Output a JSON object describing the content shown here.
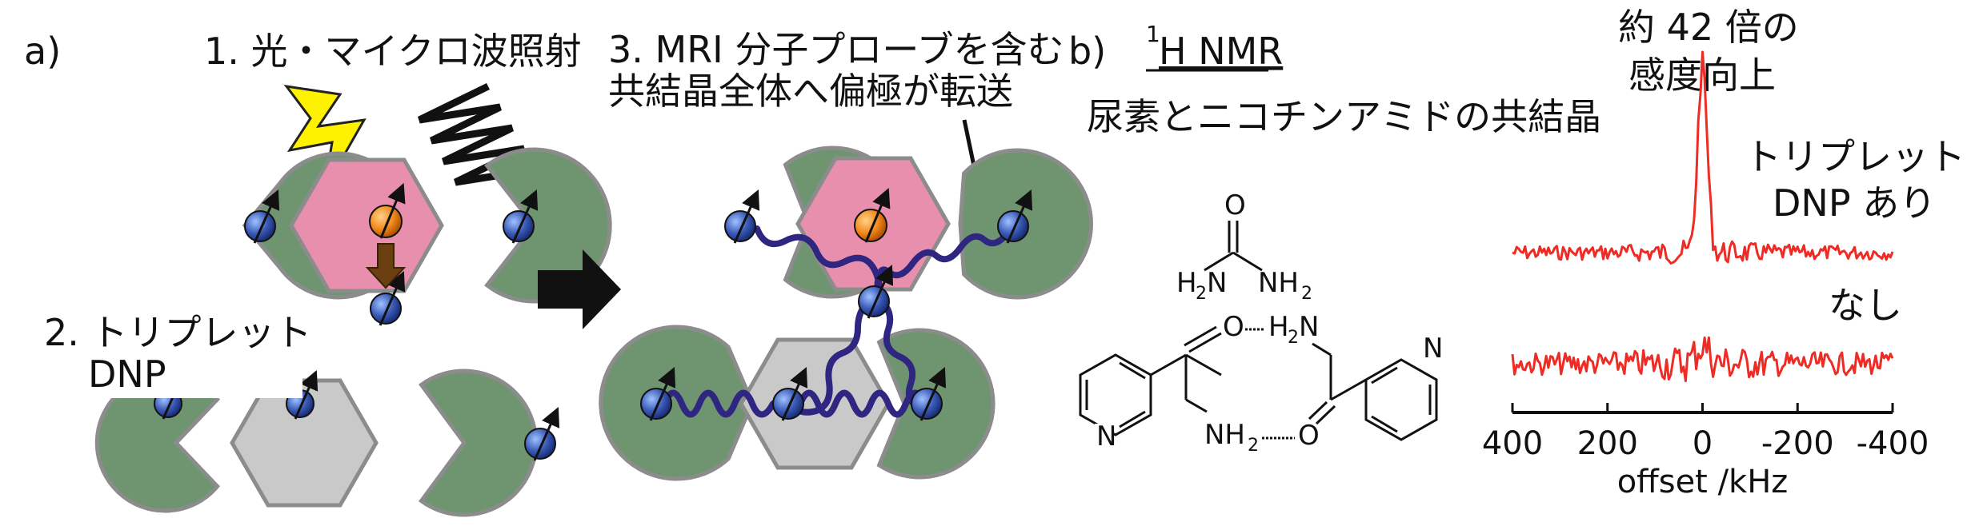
{
  "panel_a": {
    "label": "a)",
    "step1": "1. 光・マイクロ波照射",
    "step2_line1": "2. トリプレット",
    "step2_line2": "DNP",
    "step3_line1": "3. MRI 分子プローブを含む",
    "step3_line2": "共結晶全体へ偏極が転送"
  },
  "panel_b": {
    "label": "b)",
    "nmr_title_sup": "1",
    "nmr_title": "H NMR",
    "cocrystal": "尿素とニコチンアミドの共結晶",
    "enhancement_line1": "約 42 倍の",
    "enhancement_line2": "感度向上",
    "with_line1": "トリプレット",
    "with_line2": "DNP あり",
    "without": "なし",
    "urea": {
      "O": "O",
      "left": "H",
      "left_sub": "2",
      "left_N": "N",
      "right": "NH",
      "right_sub": "2"
    },
    "nicotinamide": {
      "N": "N",
      "O": "O",
      "H2N": "H",
      "H2N_sub": "2",
      "H2N_N": "N",
      "NH2": "NH",
      "NH2_sub": "2"
    }
  },
  "chart_data": {
    "type": "line",
    "xlabel": "offset /kHz",
    "xlim": [
      400,
      -400
    ],
    "x_ticks": [
      "400",
      "200",
      "0",
      "-200",
      "-400"
    ],
    "series": [
      {
        "name": "トリプレット DNP あり",
        "peak_x": 0,
        "peak_relative_intensity": 42
      },
      {
        "name": "なし",
        "peak_x": 0,
        "peak_relative_intensity": 1
      }
    ],
    "colors": {
      "spectrum": "#ee2b24"
    }
  },
  "colors": {
    "green": "#6f9570",
    "pink": "#e98fae",
    "gray": "#c9c9c9",
    "border": "#8c8c8c",
    "wave": "#2f2682",
    "electron": "#f28a1d",
    "proton": "#3b5bb8",
    "lightning": "#fff200",
    "transfer_arrow": "#6b3f12"
  }
}
